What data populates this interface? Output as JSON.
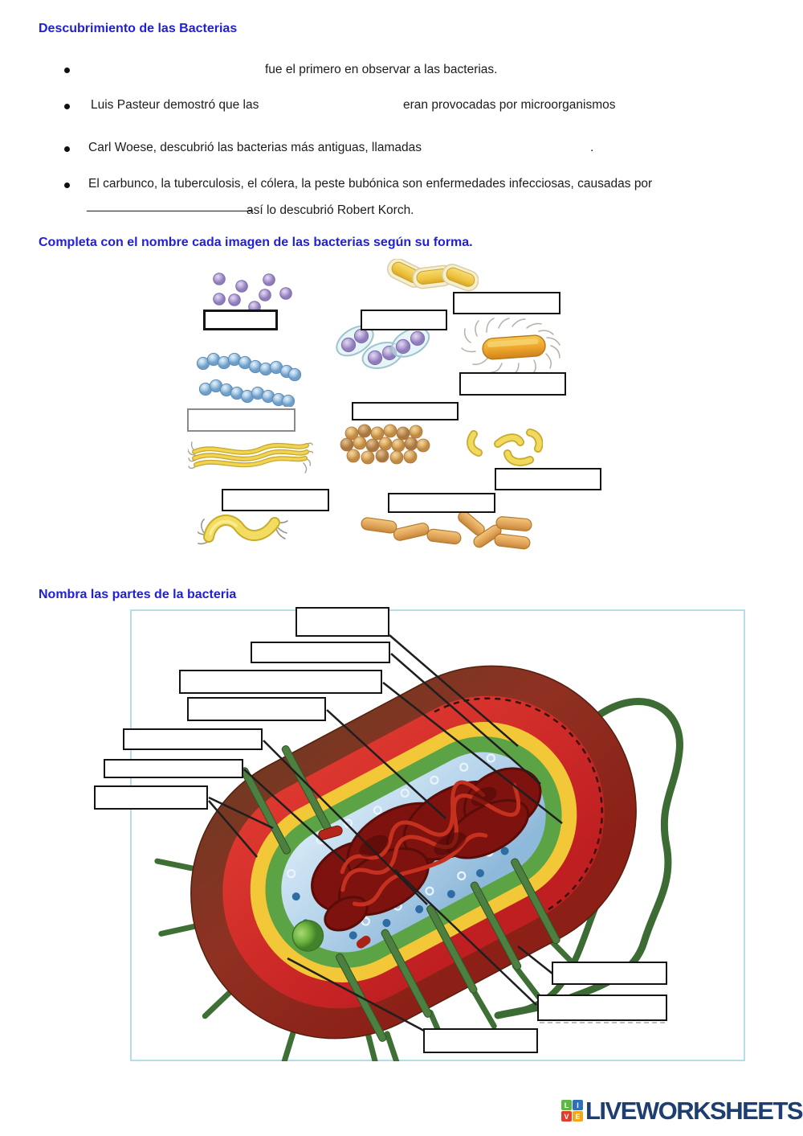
{
  "colors": {
    "heading_blue": "#2121d1",
    "brand_navy": "#1d3e70",
    "diagram_border": "#b5dde8",
    "cube_green": "#5cb847",
    "cube_blue": "#2e71b8",
    "cube_red": "#e23d2e",
    "cube_yellow": "#f2a71b"
  },
  "intro": {
    "title": "Descubrimiento de las Bacterias",
    "bullets": {
      "b1": {
        "text": "fue el primero en observar a las bacterias."
      },
      "b2": {
        "part1": "Luis Pasteur demostró que las",
        "part2": "eran provocadas por microorganismos"
      },
      "b3": {
        "part1": "Carl Woese, descubrió las bacterias más antiguas, llamadas",
        "part2": "."
      },
      "b4": {
        "line1": "El carbunco, la tuberculosis, el cólera, la peste bubónica son enfermedades infecciosas, causadas por",
        "blank": "________________________",
        "line2": "así lo descubrió Robert Korch."
      }
    }
  },
  "shapes_section": {
    "title": "Completa con el nombre cada imagen de las bacterias según su forma."
  },
  "diagram_section": {
    "title": "Nombra las partes de la bacteria"
  },
  "footer": {
    "brand": "LIVEWORKSHEETS",
    "cube": [
      "L",
      "I",
      "V",
      "E"
    ]
  }
}
